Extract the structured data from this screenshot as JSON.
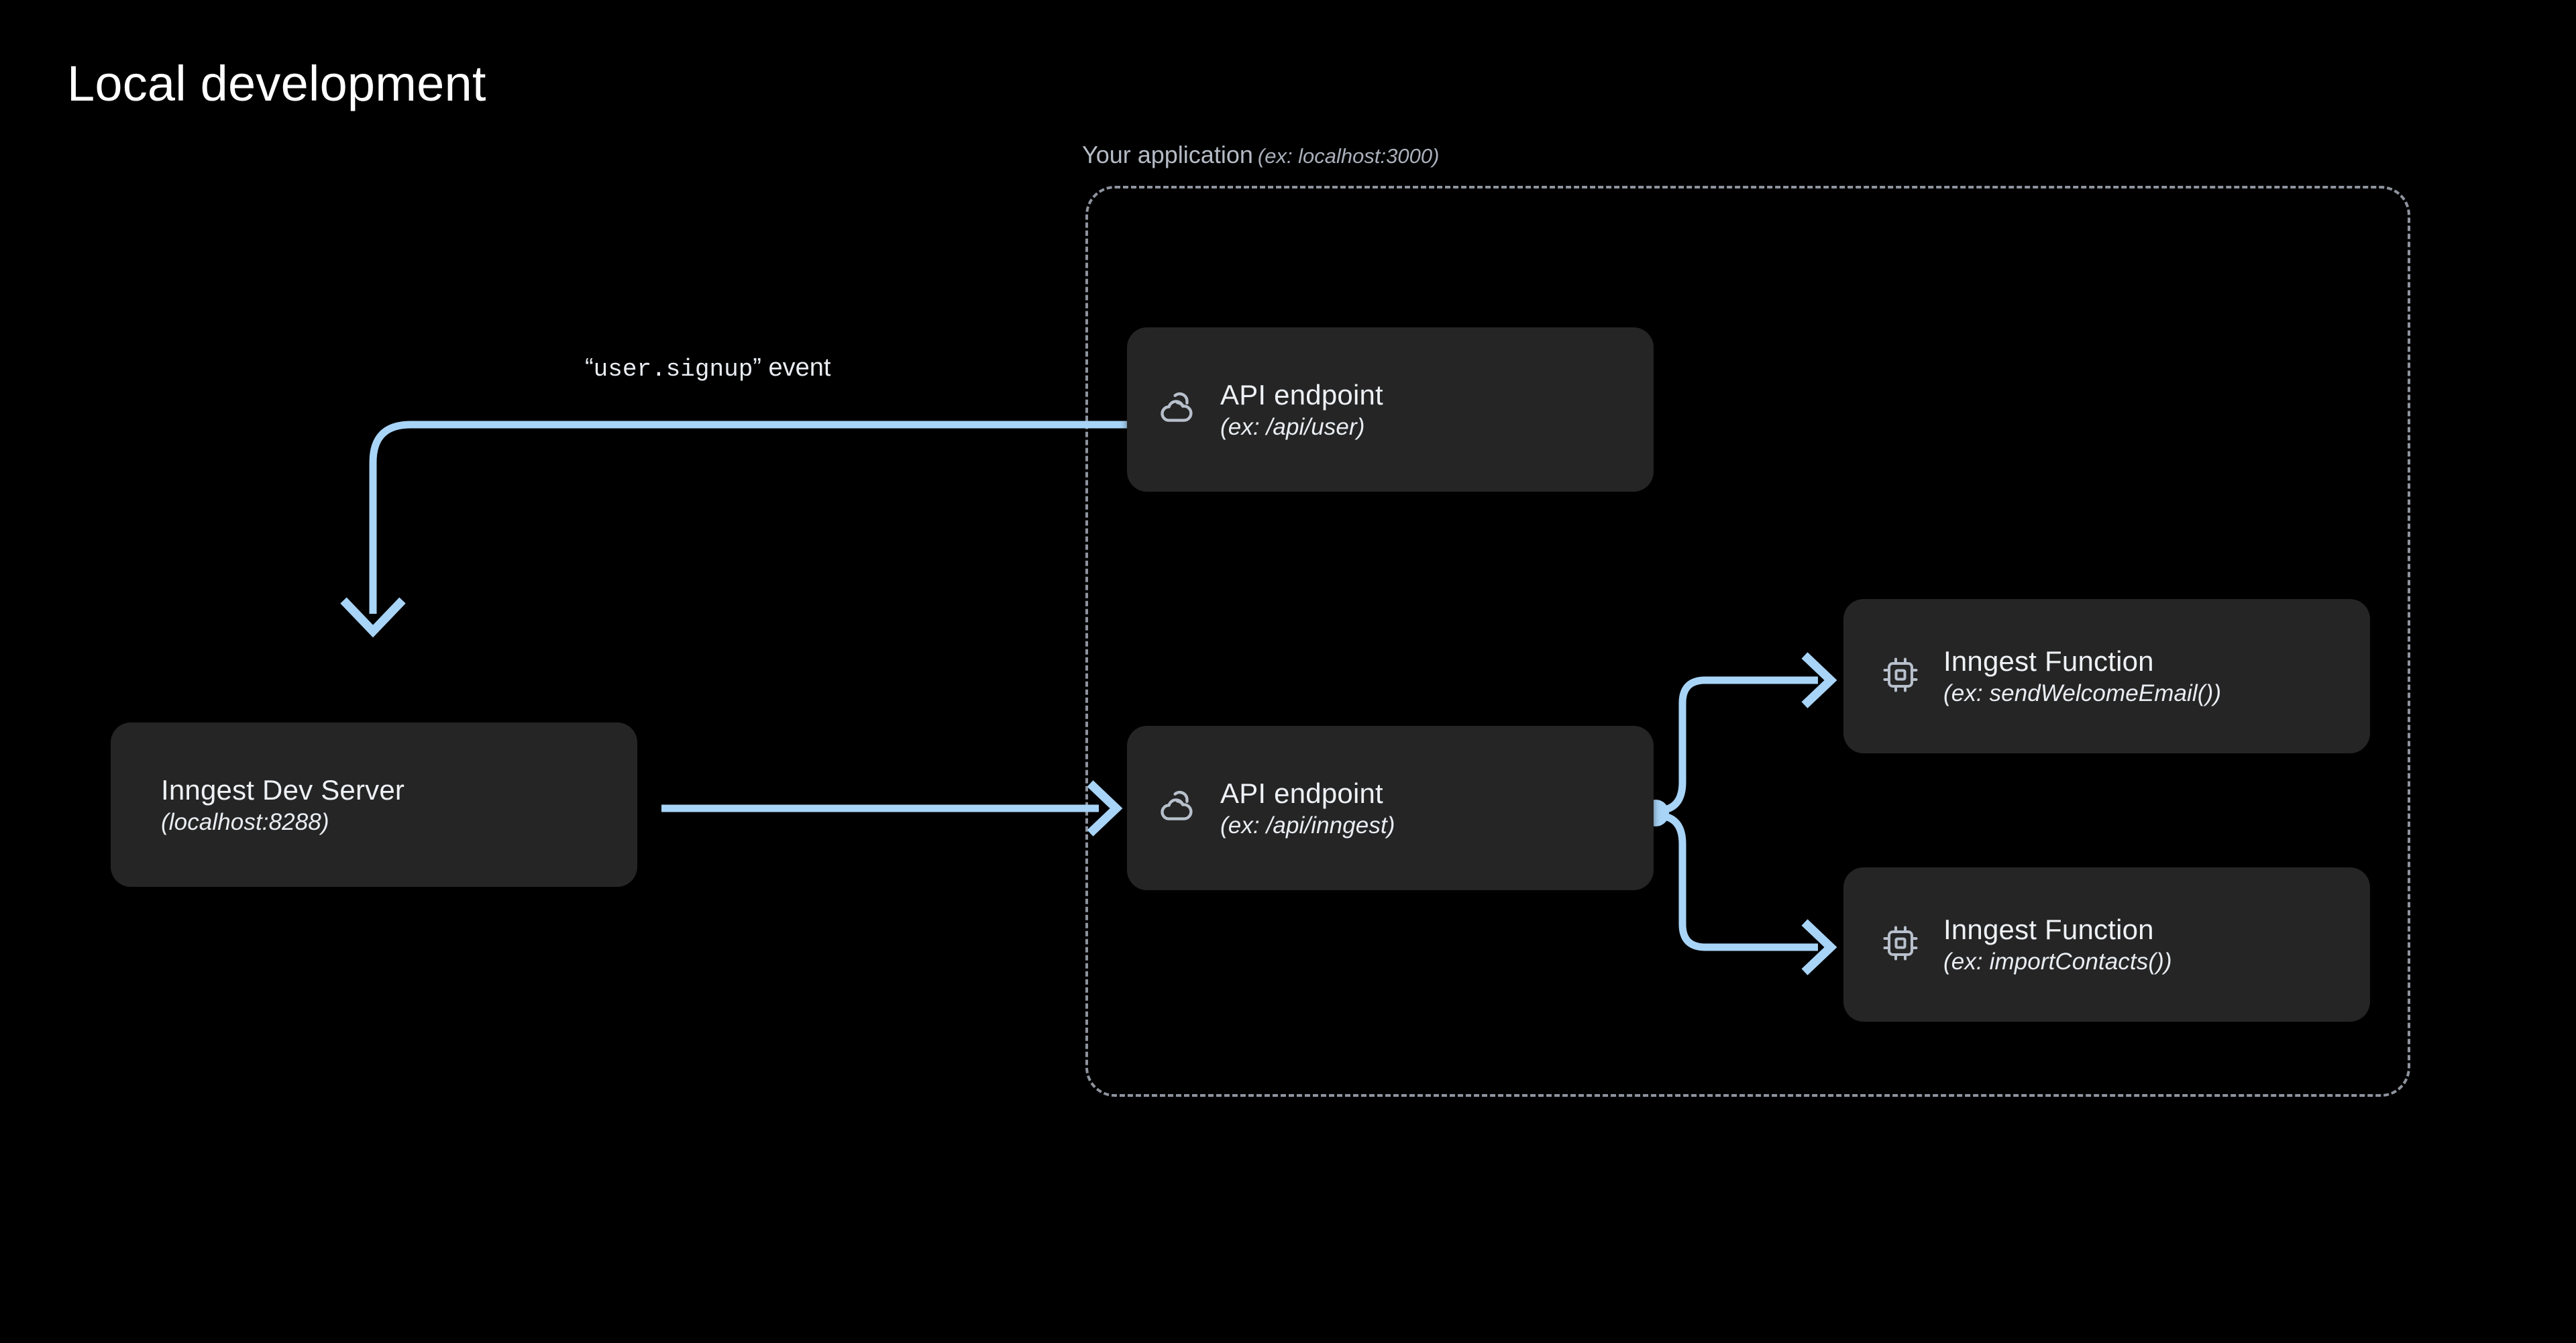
{
  "page": {
    "title": "Local development",
    "background_color": "#000000"
  },
  "colors": {
    "accent_connector": "#a8d4f7",
    "node_background": "#252525",
    "boundary_dash": "#8e949e",
    "primary_text": "#eef1f5",
    "muted_text": "#b6bcc6"
  },
  "app_container": {
    "label": "Your application",
    "host": "(ex: localhost:3000)"
  },
  "nodes": {
    "dev_server": {
      "title": "Inngest Dev Server",
      "subtitle": "(localhost:8288)",
      "icon": ""
    },
    "api_user": {
      "title": "API endpoint",
      "subtitle": "(ex: /api/user)",
      "icon": "cloud-icon"
    },
    "api_inngest": {
      "title": "API endpoint",
      "subtitle": "(ex: /api/inngest)",
      "icon": "cloud-icon"
    },
    "fn_welcome": {
      "title": "Inngest Function",
      "subtitle": "(ex: sendWelcomeEmail())",
      "icon": "chip-icon"
    },
    "fn_import": {
      "title": "Inngest Function",
      "subtitle": "(ex: importContacts())",
      "icon": "chip-icon"
    }
  },
  "connectors": {
    "event_label_quote_open": "“",
    "event_label_name": "user.signup",
    "event_label_quote_close": "”",
    "event_label_suffix": " event"
  }
}
